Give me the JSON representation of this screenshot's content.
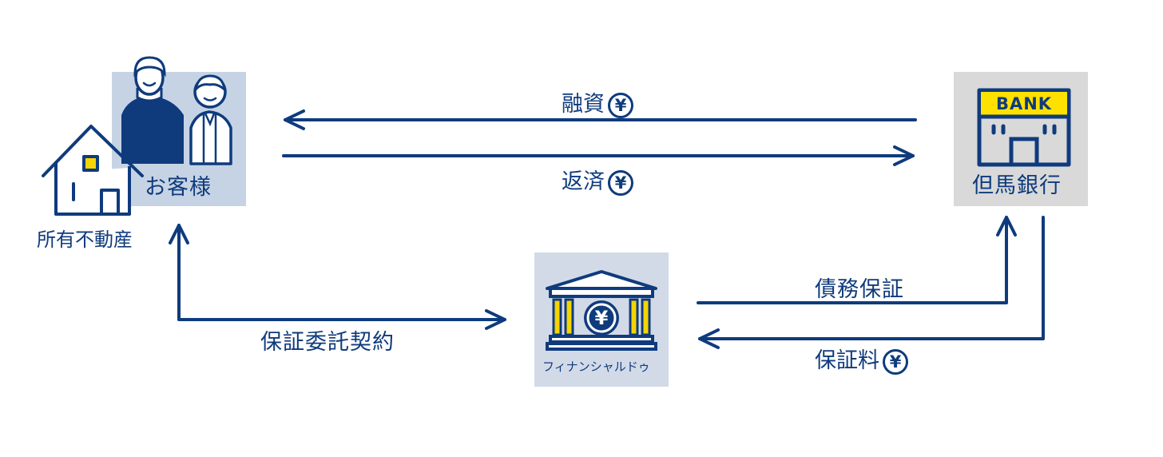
{
  "colors": {
    "navy": "#0f3b7d",
    "customer_bg": "#c6d3e4",
    "bank_bg": "#d9d9d9",
    "guarantor_bg": "#d2dae8",
    "bank_sign_yellow": "#ffe100",
    "pillar_yellow": "#f5d400"
  },
  "customer": {
    "label": "お客様"
  },
  "property": {
    "label": "所有不動産"
  },
  "bank": {
    "label": "但馬銀行",
    "sign": "BANK"
  },
  "guarantor": {
    "label": "フィナンシャルドゥ",
    "icon": "yen-bank-building-icon"
  },
  "flows": {
    "loan": "融資",
    "repayment": "返済",
    "debt_guarantee": "債務保証",
    "guarantee_fee": "保証料",
    "guarantee_contract": "保証委託契約",
    "yen_symbol": "¥"
  }
}
